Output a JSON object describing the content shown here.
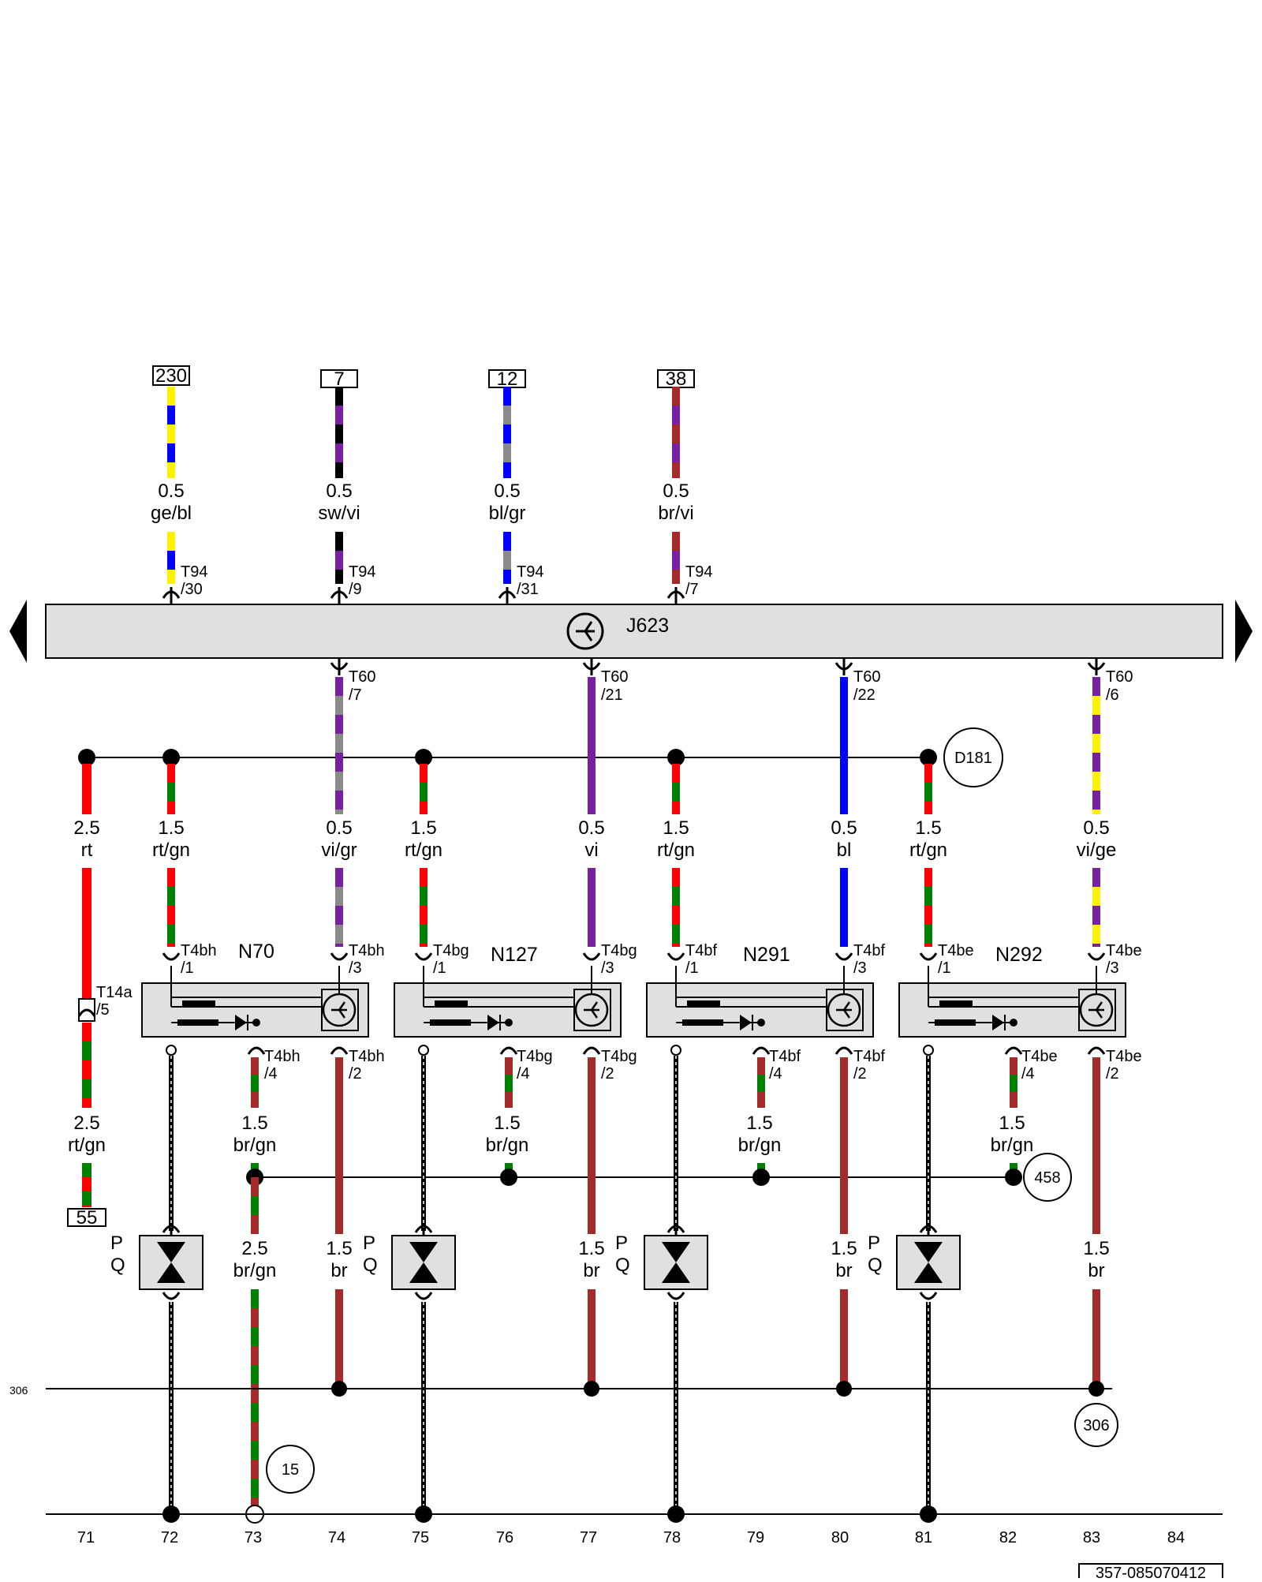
{
  "diagram": {
    "ecu": {
      "code": "J623"
    },
    "sources": [
      {
        "ref": "230",
        "size": "0.5",
        "color": "ge/bl",
        "pin": "T94",
        "pin_sub": "/30",
        "colors": [
          "#fff200",
          "#0000ff"
        ]
      },
      {
        "ref": "7",
        "size": "0.5",
        "color": "sw/vi",
        "pin": "T94",
        "pin_sub": "/9",
        "colors": [
          "#000000",
          "#7b1fa2"
        ]
      },
      {
        "ref": "12",
        "size": "0.5",
        "color": "bl/gr",
        "pin": "T94",
        "pin_sub": "/31",
        "colors": [
          "#0000ff",
          "#8a8a8a"
        ]
      },
      {
        "ref": "38",
        "size": "0.5",
        "color": "br/vi",
        "pin": "T94",
        "pin_sub": "/7",
        "colors": [
          "#a52a2a",
          "#7b1fa2"
        ]
      }
    ],
    "ecu_outputs": [
      {
        "pin": "T60",
        "pin_sub": "/7",
        "size": "0.5",
        "color": "vi/gr",
        "colors": [
          "#7b1fa2",
          "#8a8a8a"
        ]
      },
      {
        "pin": "T60",
        "pin_sub": "/21",
        "size": "0.5",
        "color": "vi",
        "colors": [
          "#7b1fa2"
        ]
      },
      {
        "pin": "T60",
        "pin_sub": "/22",
        "size": "0.5",
        "color": "bl",
        "colors": [
          "#0000ff"
        ]
      },
      {
        "pin": "T60",
        "pin_sub": "/6",
        "size": "0.5",
        "color": "vi/ge",
        "colors": [
          "#7b1fa2",
          "#fff200"
        ]
      }
    ],
    "feed": {
      "main": {
        "size": "2.5",
        "color": "rt"
      },
      "lower": {
        "size": "2.5",
        "color": "rt/gn"
      },
      "connector": "T14a",
      "connector_sub": "/5",
      "ref": "55",
      "branch_size": "1.5",
      "branch_color": "rt/gn",
      "junction": "D181"
    },
    "coils": [
      {
        "code": "N70",
        "conn": "T4bh",
        "pin1": "/1",
        "pin3": "/3",
        "pin4": "/4",
        "pin2": "/2"
      },
      {
        "code": "N127",
        "conn": "T4bg",
        "pin1": "/1",
        "pin3": "/3",
        "pin4": "/4",
        "pin2": "/2"
      },
      {
        "code": "N291",
        "conn": "T4bf",
        "pin1": "/1",
        "pin3": "/3",
        "pin4": "/4",
        "pin2": "/2"
      },
      {
        "code": "N292",
        "conn": "T4be",
        "pin1": "/1",
        "pin3": "/3",
        "pin4": "/4",
        "pin2": "/2"
      }
    ],
    "ground_bus": {
      "size": "1.5",
      "color": "br/gn",
      "junction": "458"
    },
    "ground_trunk": {
      "size": "2.5",
      "color": "br/gn",
      "ref": "15"
    },
    "ground_wire": {
      "size": "1.5",
      "color": "br"
    },
    "ground_line": {
      "label": "306",
      "ref": "306"
    },
    "suppressor": {
      "p": "P",
      "q": "Q"
    },
    "columns": [
      "71",
      "72",
      "73",
      "74",
      "75",
      "76",
      "77",
      "78",
      "79",
      "80",
      "81",
      "82",
      "83",
      "84"
    ],
    "document_id": "357-085070412",
    "wire_colors": {
      "red": "#ff0000",
      "green": "#008000",
      "brown": "#a52a2a",
      "purple": "#7b1fa2",
      "grey": "#8a8a8a",
      "blue": "#0000ff",
      "yellow": "#fff200",
      "black": "#000000",
      "ecu_fill": "#e0e0e0",
      "component_fill": "#e0e0e0"
    }
  }
}
